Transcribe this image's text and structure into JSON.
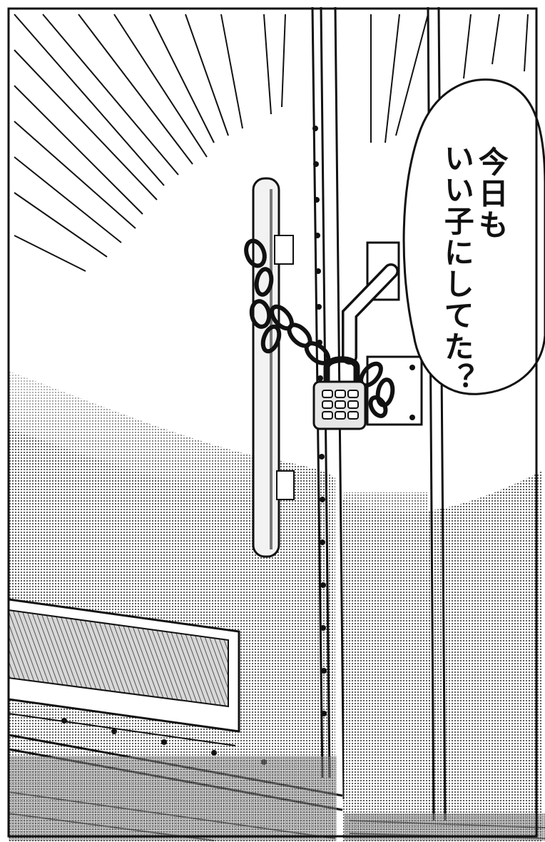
{
  "speech_balloon": {
    "line1": "今日も",
    "line2": "いい子にしてた？"
  },
  "padlock_keypad": {
    "buttons": 9
  },
  "colors": {
    "ink": "#111111",
    "paper": "#ffffff",
    "screentone": "#8c8c8c"
  }
}
